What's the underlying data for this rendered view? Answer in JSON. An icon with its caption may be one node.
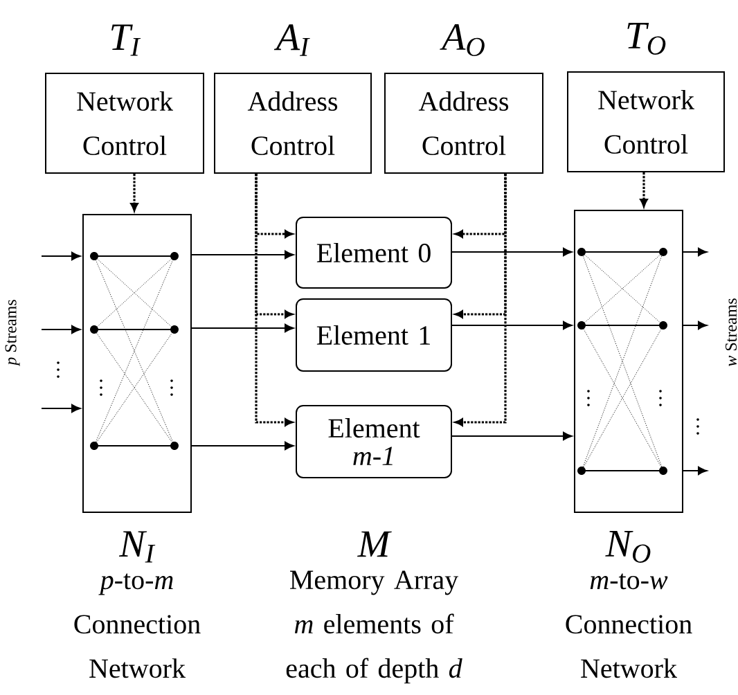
{
  "diagram": {
    "nodes": [
      {
        "text": [
          "T$_{I}$",
          "Network Control"
        ]
      },
      {
        "text": [
          "A$_{I}$",
          "Address Control"
        ]
      },
      {
        "text": [
          "A$_{O}$",
          "Address Control"
        ]
      },
      {
        "text": [
          "T$_{O}$",
          "Network Control"
        ]
      },
      {
        "text": [
          "N$_{I}$",
          "*p*-to-*m* Connection Network"
        ]
      },
      {
        "text": [
          "Element 0"
        ]
      },
      {
        "text": [
          "Element 1"
        ]
      },
      {
        "text": [
          "Element *m-1*"
        ]
      },
      {
        "text": [
          "N$_{O}$",
          "*m*-to-*w* Connection Network"
        ]
      }
    ],
    "edges": [
      {
        "from": null,
        "to": 4,
        "arrow": "to"
      },
      {
        "from": null,
        "to": 4,
        "arrow": "to"
      },
      {
        "from": null,
        "to": 4,
        "arrow": "to"
      },
      {
        "from": 4,
        "to": 5,
        "arrow": "to"
      },
      {
        "from": 4,
        "to": 6,
        "arrow": "to"
      },
      {
        "from": 4,
        "to": 7,
        "arrow": "to"
      },
      {
        "from": 5,
        "to": 8,
        "arrow": "to"
      },
      {
        "from": 6,
        "to": 8,
        "arrow": "to"
      },
      {
        "from": 7,
        "to": 8,
        "arrow": "to"
      },
      {
        "from": 8,
        "to": null,
        "arrow": "to"
      },
      {
        "from": 8,
        "to": null,
        "arrow": "to"
      },
      {
        "from": 8,
        "to": null,
        "arrow": "to"
      },
      {
        "from": 0,
        "to": 4,
        "arrow": "to",
        "style": "dashed"
      },
      {
        "from": 3,
        "to": 8,
        "arrow": "to",
        "style": "dashed"
      },
      {
        "from": 1,
        "to": 5,
        "arrow": "to",
        "style": "dashed"
      },
      {
        "from": 1,
        "to": 6,
        "arrow": "to",
        "style": "dashed"
      },
      {
        "from": 1,
        "to": 7,
        "arrow": "to",
        "style": "dashed"
      },
      {
        "from": 2,
        "to": 5,
        "arrow": "to",
        "style": "dashed"
      },
      {
        "from": 2,
        "to": 6,
        "arrow": "to",
        "style": "dashed"
      },
      {
        "from": 2,
        "to": 7,
        "arrow": "to",
        "style": "dashed"
      }
    ],
    "labels": [
      "*p* Streams",
      "*w* Streams",
      "M",
      "Memory Array *m* elements of each of depth *d*"
    ]
  }
}
